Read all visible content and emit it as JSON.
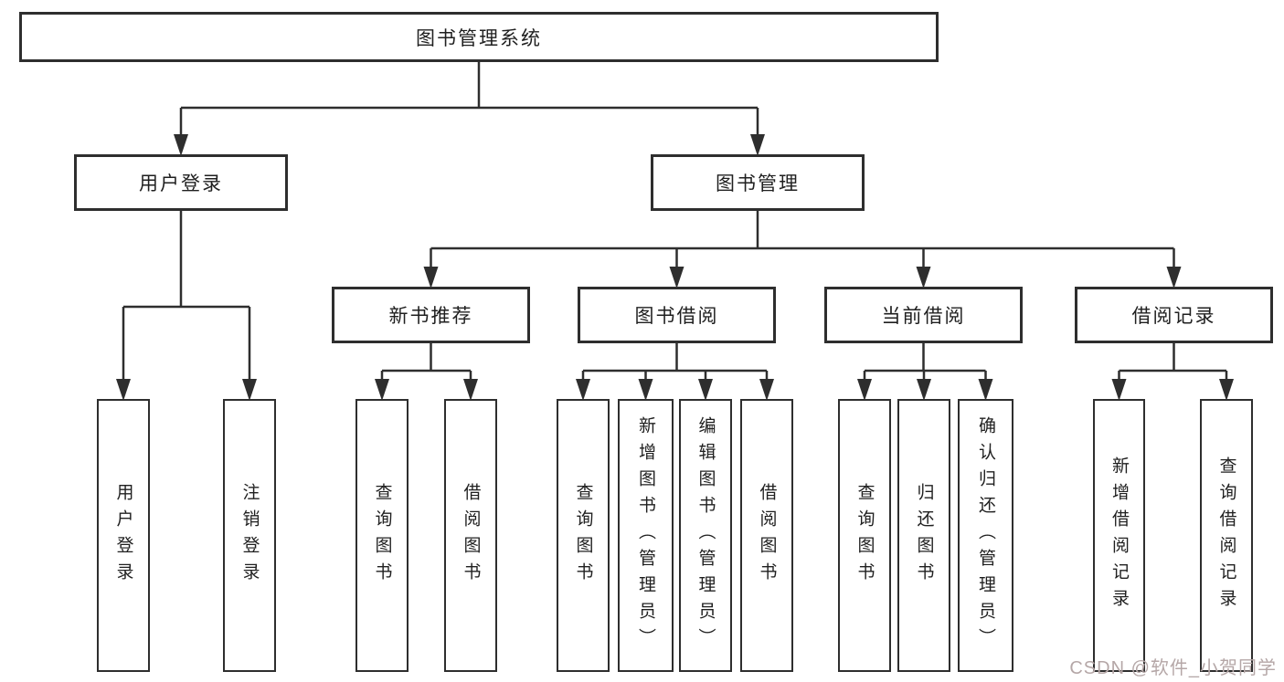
{
  "diagram": {
    "title": "图书管理系统",
    "tree": {
      "id": "root",
      "label": "图书管理系统",
      "children": [
        {
          "id": "user-login",
          "label": "用户登录",
          "children": [
            {
              "id": "leaf-user-login",
              "label": "用户登录"
            },
            {
              "id": "leaf-logout",
              "label": "注销登录"
            }
          ]
        },
        {
          "id": "book-mgmt",
          "label": "图书管理",
          "children": [
            {
              "id": "new-book-rec",
              "label": "新书推荐",
              "children": [
                {
                  "id": "leaf-query-1",
                  "label": "查询图书"
                },
                {
                  "id": "leaf-borrow-1",
                  "label": "借阅图书"
                }
              ]
            },
            {
              "id": "book-borrow",
              "label": "图书借阅",
              "children": [
                {
                  "id": "leaf-query-2",
                  "label": "查询图书"
                },
                {
                  "id": "leaf-add-book",
                  "label": "新增图书（管理员）"
                },
                {
                  "id": "leaf-edit-book",
                  "label": "编辑图书（管理员）"
                },
                {
                  "id": "leaf-borrow-2",
                  "label": "借阅图书"
                }
              ]
            },
            {
              "id": "current-borrow",
              "label": "当前借阅",
              "children": [
                {
                  "id": "leaf-query-3",
                  "label": "查询图书"
                },
                {
                  "id": "leaf-return-book",
                  "label": "归还图书"
                },
                {
                  "id": "leaf-confirm-return",
                  "label": "确认归还（管理员）"
                }
              ]
            },
            {
              "id": "borrow-records",
              "label": "借阅记录",
              "children": [
                {
                  "id": "leaf-add-record",
                  "label": "新增借阅记录"
                },
                {
                  "id": "leaf-query-record",
                  "label": "查询借阅记录"
                }
              ]
            }
          ]
        }
      ]
    }
  },
  "watermark": {
    "text": "CSDN @软件_小贺同学"
  },
  "colors": {
    "background": "#ffffff",
    "line": "#2e2e2e",
    "box_border": "#2e2e2e",
    "text": "#1f1f1f",
    "watermark": "#b5a7a7"
  }
}
